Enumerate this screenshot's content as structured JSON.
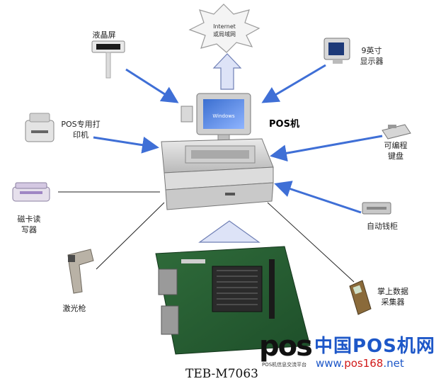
{
  "center": {
    "label": "POS机"
  },
  "cloud": {
    "line1": "Internet",
    "line2": "或局域网"
  },
  "peripherals": {
    "lcd": "液晶屏",
    "monitor_line1": "9英寸",
    "monitor_line2": "显示器",
    "printer_line1": "POS专用打",
    "printer_line2": "印机",
    "keyboard_line1": "可编程",
    "keyboard_line2": "键盘",
    "card_reader_line1": "磁卡读",
    "card_reader_line2": "写器",
    "cash_drawer": "自动钱柜",
    "scanner": "激光枪",
    "pda_line1": "掌上数据",
    "pda_line2": "采集器"
  },
  "board": {
    "caption": "TEB-M7063"
  },
  "watermark": {
    "logo": "pos",
    "logo_small": "POS机信息交流平台",
    "title": "中国POS机网",
    "url_prefix": "www.",
    "url_highlight": "pos168",
    "url_suffix": ".net"
  },
  "colors": {
    "arrow": "#3f6fd6",
    "watermark": "#1d57c8",
    "cloud_fill": "#f4f4f4"
  }
}
